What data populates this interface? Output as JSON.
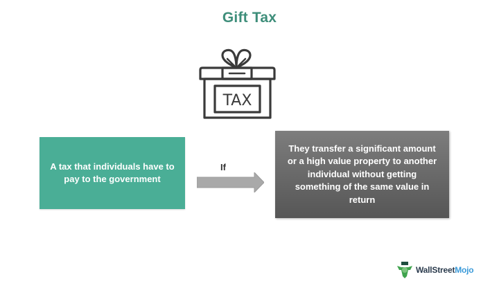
{
  "title": "Gift Tax",
  "icon": {
    "name": "gift-tax-box-icon",
    "label": "TAX"
  },
  "left_box": {
    "text": "A tax that individuals have to pay to the government",
    "color": "#4aae96"
  },
  "connector": {
    "label": "If",
    "color": "#a8a8a8"
  },
  "right_box": {
    "text": "They transfer a significant amount or a high value property to another individual without getting something of the same value in return",
    "color": "#6a6a6a"
  },
  "logo": {
    "part1": "WallStreet",
    "part2": "Mojo"
  },
  "colors": {
    "title": "#3e8e7a",
    "teal": "#4aae96",
    "gray": "#6a6a6a"
  }
}
